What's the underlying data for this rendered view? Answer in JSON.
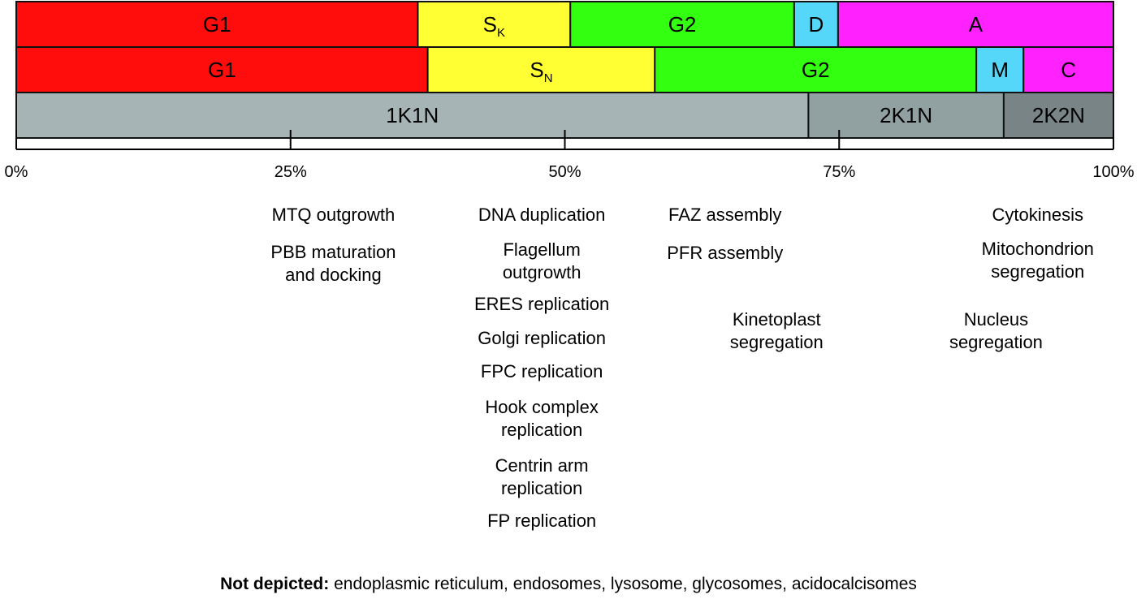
{
  "rows": [
    {
      "name": "kinetoplast-cycle",
      "segments": [
        {
          "label": "G1",
          "sub": "",
          "start": 0,
          "end": 36.6,
          "color": "#ff0d0d"
        },
        {
          "label": "S",
          "sub": "K",
          "start": 36.6,
          "end": 50.5,
          "color": "#ffff33"
        },
        {
          "label": "G2",
          "sub": "",
          "start": 50.5,
          "end": 70.9,
          "color": "#33ff10"
        },
        {
          "label": "D",
          "sub": "",
          "start": 70.9,
          "end": 74.9,
          "color": "#55d7fa"
        },
        {
          "label": "A",
          "sub": "",
          "start": 74.9,
          "end": 100,
          "color": "#ff22ff"
        }
      ]
    },
    {
      "name": "nucleus-cycle",
      "segments": [
        {
          "label": "G1",
          "sub": "",
          "start": 0,
          "end": 37.5,
          "color": "#ff0d0d"
        },
        {
          "label": "S",
          "sub": "N",
          "start": 37.5,
          "end": 58.2,
          "color": "#ffff33"
        },
        {
          "label": "G2",
          "sub": "",
          "start": 58.2,
          "end": 87.5,
          "color": "#33ff10"
        },
        {
          "label": "M",
          "sub": "",
          "start": 87.5,
          "end": 91.8,
          "color": "#55d7fa"
        },
        {
          "label": "C",
          "sub": "",
          "start": 91.8,
          "end": 100,
          "color": "#ff22ff"
        }
      ]
    },
    {
      "name": "karyotype",
      "segments": [
        {
          "label": "1K1N",
          "sub": "",
          "start": 0,
          "end": 72.2,
          "color": "#a6b4b5"
        },
        {
          "label": "2K1N",
          "sub": "",
          "start": 72.2,
          "end": 90.0,
          "color": "#91a0a1"
        },
        {
          "label": "2K2N",
          "sub": "",
          "start": 90.0,
          "end": 100,
          "color": "#788486"
        }
      ]
    }
  ],
  "axis": {
    "ticks": [
      {
        "value": 0,
        "label": "0%"
      },
      {
        "value": 25,
        "label": "25%"
      },
      {
        "value": 50,
        "label": "50%"
      },
      {
        "value": 75,
        "label": "75%"
      },
      {
        "value": 100,
        "label": "100%"
      }
    ]
  },
  "events": [
    {
      "position": 28.9,
      "order": 0,
      "lines": [
        "MTQ outgrowth"
      ]
    },
    {
      "position": 28.9,
      "order": 1,
      "lines": [
        "PBB maturation",
        "and docking"
      ]
    },
    {
      "position": 47.9,
      "order": 0,
      "lines": [
        "DNA duplication"
      ]
    },
    {
      "position": 47.9,
      "order": 1,
      "lines": [
        "Flagellum",
        "outgrowth"
      ]
    },
    {
      "position": 47.9,
      "order": 2,
      "lines": [
        "ERES replication"
      ]
    },
    {
      "position": 47.9,
      "order": 3,
      "lines": [
        "Golgi replication"
      ]
    },
    {
      "position": 47.9,
      "order": 4,
      "lines": [
        "FPC replication"
      ]
    },
    {
      "position": 47.9,
      "order": 5,
      "lines": [
        "Hook complex",
        "replication"
      ]
    },
    {
      "position": 47.9,
      "order": 6,
      "lines": [
        "Centrin arm",
        "replication"
      ]
    },
    {
      "position": 47.9,
      "order": 7,
      "lines": [
        "FP replication"
      ]
    },
    {
      "position": 64.6,
      "order": 0,
      "lines": [
        "FAZ assembly"
      ]
    },
    {
      "position": 64.6,
      "order": 1,
      "lines": [
        "PFR assembly"
      ]
    },
    {
      "position": 69.3,
      "order": 2,
      "lines": [
        "Kinetoplast",
        "segregation"
      ]
    },
    {
      "position": 93.1,
      "order": 0,
      "lines": [
        "Cytokinesis"
      ]
    },
    {
      "position": 93.1,
      "order": 1,
      "lines": [
        "Mitochondrion",
        "segregation"
      ]
    },
    {
      "position": 89.3,
      "order": 2,
      "lines": [
        "Nucleus",
        "segregation"
      ]
    }
  ],
  "footnote": {
    "bold": "Not depicted:",
    "text": " endoplasmic reticulum, endosomes, lysosome, glycosomes, acidocalcisomes"
  }
}
